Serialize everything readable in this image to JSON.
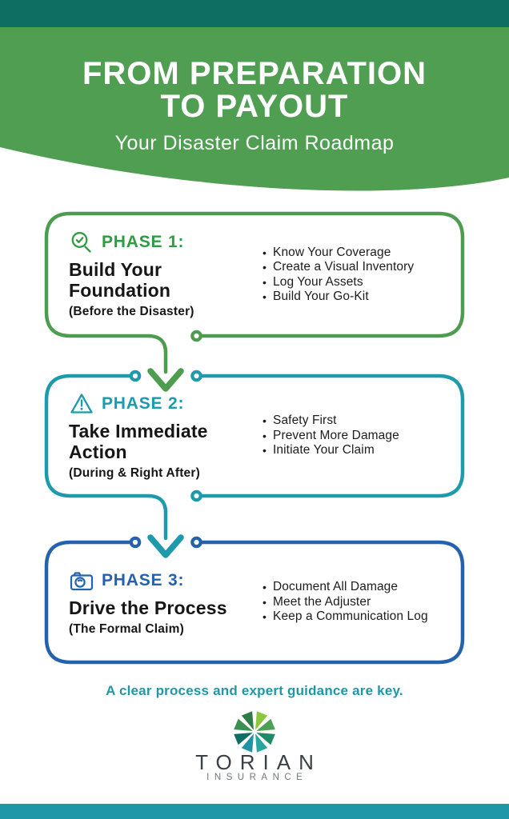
{
  "poster": {
    "header": {
      "title_line1": "FROM PREPARATION",
      "title_line2": "TO PAYOUT",
      "subtitle": "Your Disaster Claim Roadmap"
    },
    "phases": [
      {
        "label": "PHASE 1:",
        "title": "Build Your Foundation",
        "timeframe": "(Before the Disaster)",
        "icon": "magnifier-check-icon",
        "accent_color": "#2f9b43",
        "bullets": [
          "Know Your Coverage",
          "Create a Visual Inventory",
          "Log Your Assets",
          "Build Your Go-Kit"
        ]
      },
      {
        "label": "PHASE 2:",
        "title": "Take Immediate Action",
        "timeframe": "(During & Right After)",
        "icon": "warning-triangle-icon",
        "accent_color": "#1d9aab",
        "bullets": [
          "Safety First",
          "Prevent More Damage",
          "Initiate Your Claim"
        ]
      },
      {
        "label": "PHASE 3:",
        "title": "Drive the Process",
        "timeframe": "(The Formal Claim)",
        "icon": "camera-icon",
        "accent_color": "#2562ad",
        "bullets": [
          "Document All Damage",
          "Meet the Adjuster",
          "Keep a Communication Log"
        ]
      }
    ],
    "footer": {
      "tagline": "A clear process and expert guidance are key.",
      "brand_name": "TORIAN",
      "brand_subtitle": "INSURANCE"
    },
    "colors": {
      "top_bar": "#0f6e62",
      "header_green": "#4f9e52",
      "phase1_green": "#4d9c50",
      "phase2_teal": "#1d9aab",
      "phase3_blue": "#2562ad",
      "tagline_teal": "#2097a8",
      "bottom_bar": "#1f97a8"
    },
    "bullet_char": "•"
  }
}
